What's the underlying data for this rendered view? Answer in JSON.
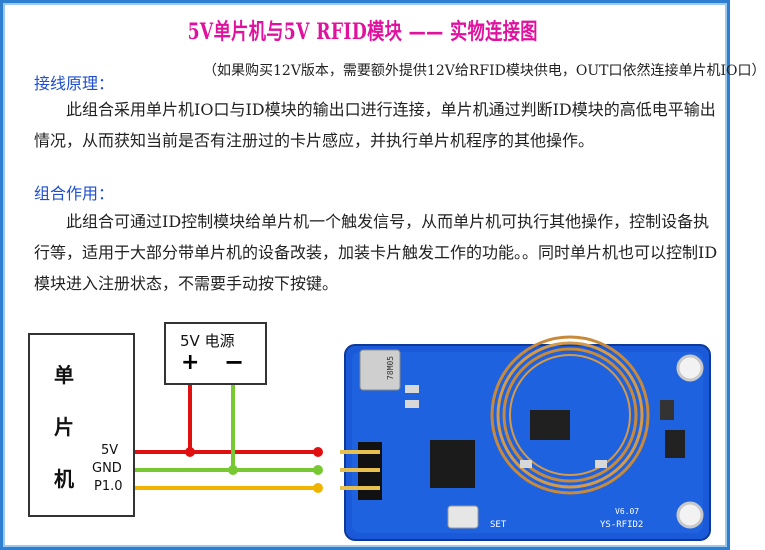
{
  "title": "5V单片机与5V RFID模块 —— 实物连接图",
  "note": "（如果购买12V版本，需要额外提供12V给RFID模块供电，OUT口依然连接单片机IO口）",
  "sections": [
    {
      "heading": "接线原理：",
      "body": "此组合采用单片机IO口与ID模块的输出口进行连接，单片机通过判断ID模块的高低电平输出情况，从而获知当前是否有注册过的卡片感应，并执行单片机程序的其他操作。"
    },
    {
      "heading": "组合作用：",
      "body": "此组合可通过ID控制模块给单片机一个触发信号，从而单片机可执行其他操作，控制设备执行等，适用于大部分带单片机的设备改装，加装卡片触发工作的功能。。同时单片机也可以控制ID模块进入注册状态，不需要手动按下按键。"
    }
  ],
  "diagram": {
    "mcu_chars": [
      "单",
      "片",
      "机"
    ],
    "pins": [
      "5V",
      "GND",
      "P1.0"
    ],
    "power_label": "5V 电源",
    "power_plus": "+",
    "power_minus": "−",
    "board_texts": {
      "crystal": "78M05",
      "button": "SET",
      "version": "V6.07",
      "model": "YS-RFID2"
    },
    "wire_colors": {
      "5v": "#e01010",
      "gnd": "#78c832",
      "p10": "#f0b400"
    },
    "board_color": "#1c5fd6"
  }
}
